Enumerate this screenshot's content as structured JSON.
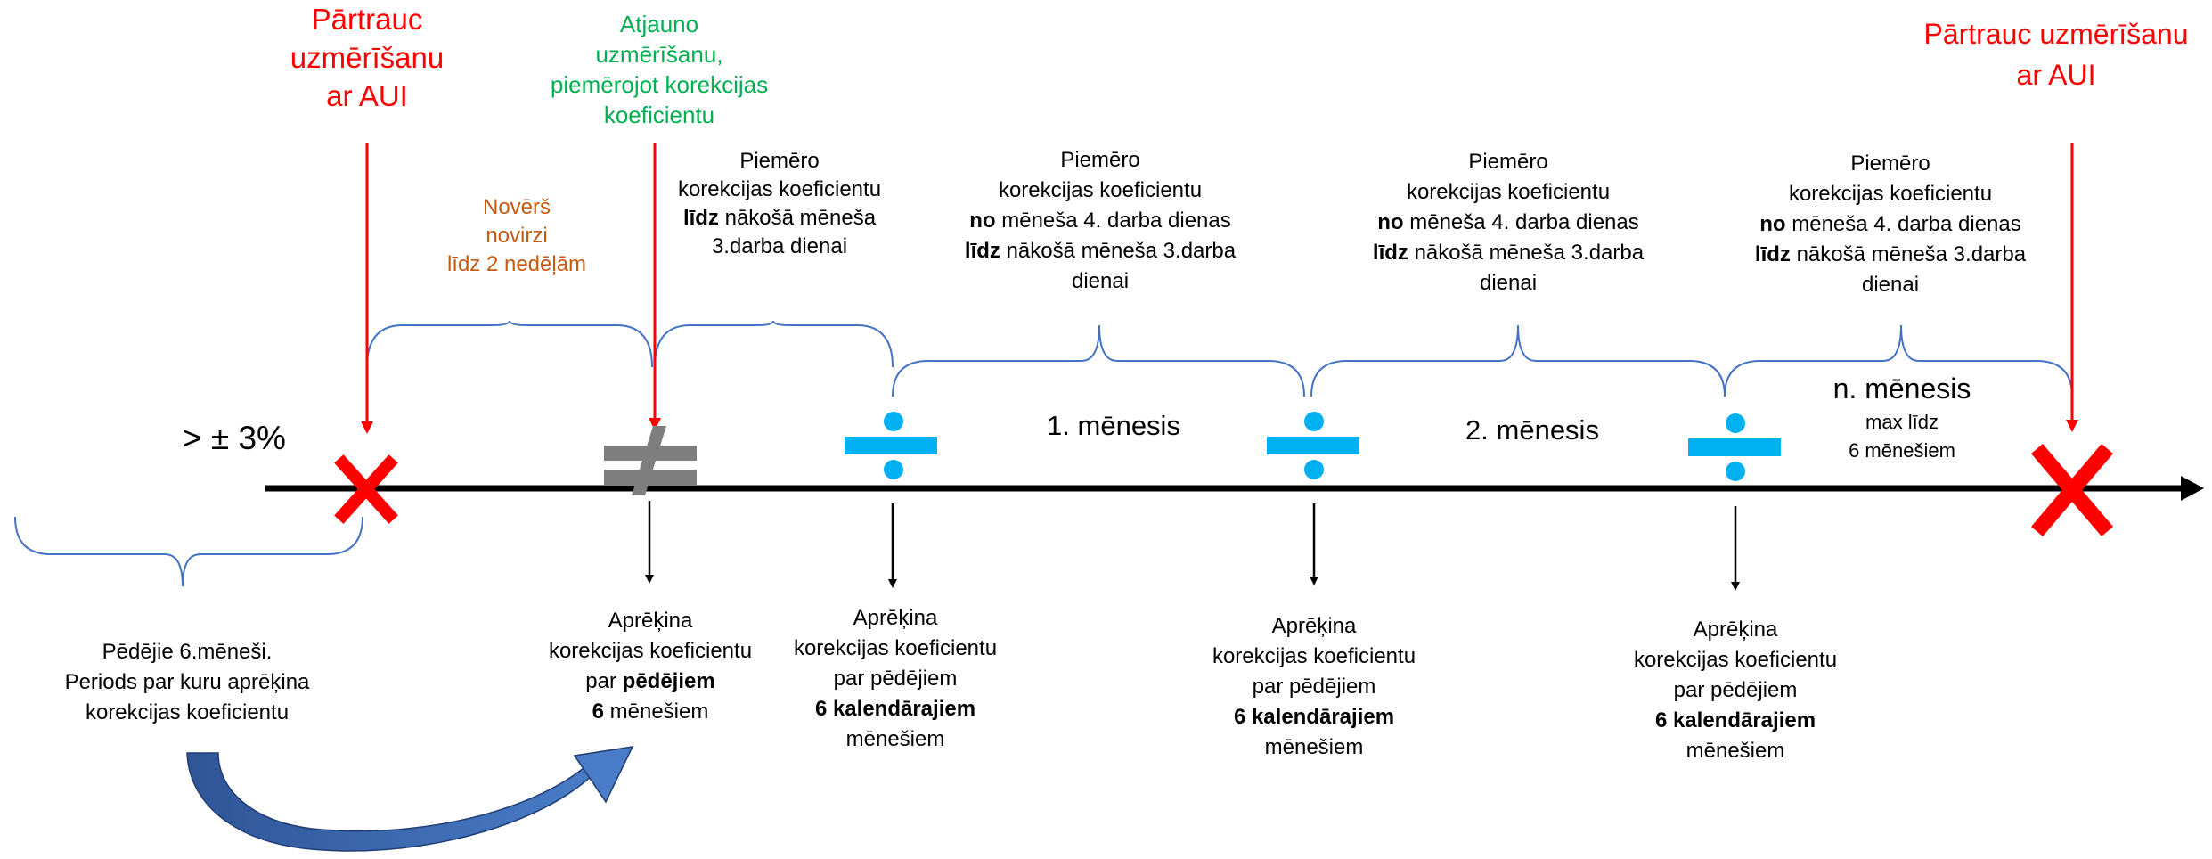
{
  "colors": {
    "stop": "#ff0000",
    "resume": "#00b050",
    "note": "#c55a11",
    "brace": "#4472c4",
    "equals": "#00b0f0",
    "not_equals": "#7f7f7f",
    "curved_arrow": "#2f5597",
    "axis": "#000000"
  },
  "icons": {
    "stop": "red-x-icon",
    "not_equal": "not-equal-icon",
    "equal": "division-equal-icon",
    "arrow": "curved-arrow-icon"
  },
  "threshold": "> ± 3%",
  "stop_left": [
    "Pārtrauc",
    "uzmērīšanu",
    "ar AUI"
  ],
  "stop_right": [
    "Pārtrauc uzmērīšanu",
    "ar AUI"
  ],
  "resume": [
    "Atjauno",
    "uzmērīšanu,",
    "piemērojot korekcijas",
    "koeficientu"
  ],
  "deviation_note": [
    "Novērš",
    "novirzi",
    "līdz 2 nedēļām"
  ],
  "apply_first": [
    "Piemēro",
    "korekcijas koeficientu",
    "līdz| nākošā mēneša",
    "3.darba dienai"
  ],
  "apply_month": [
    "Piemēro",
    "korekcijas koeficientu",
    "no| mēneša 4. darba dienas",
    "līdz| nākošā mēneša 3.darba",
    "dienai"
  ],
  "months": {
    "m1": "1. mēnesis",
    "m2": "2. mēnesis",
    "mn": "n. mēnesis",
    "mn_sub": [
      "max līdz",
      "6 mēnešiem"
    ]
  },
  "period_note": [
    "Pēdējie 6.mēneši.",
    "Periods  par kuru aprēķina",
    "korekcijas koeficientu"
  ],
  "calc_last": [
    "Aprēķina",
    "korekcijas koeficientu",
    "par |pēdējiem",
    "6 | mēnešiem"
  ],
  "calc_cal_1": [
    "Aprēķina",
    "korekcijas koeficientu",
    "par pēdējiem",
    "|6 kalendārajiem",
    "mēnešiem"
  ],
  "calc_cal_2": [
    "Aprēķina",
    "korekcijas koeficientu",
    "par pēdējiem",
    "|6 kalendārajiem",
    "mēnešiem"
  ],
  "calc_cal_3": [
    "Aprēķina",
    "korekcijas koeficientu",
    "par pēdējiem",
    "|6 kalendārajiem",
    "mēnešiem"
  ]
}
